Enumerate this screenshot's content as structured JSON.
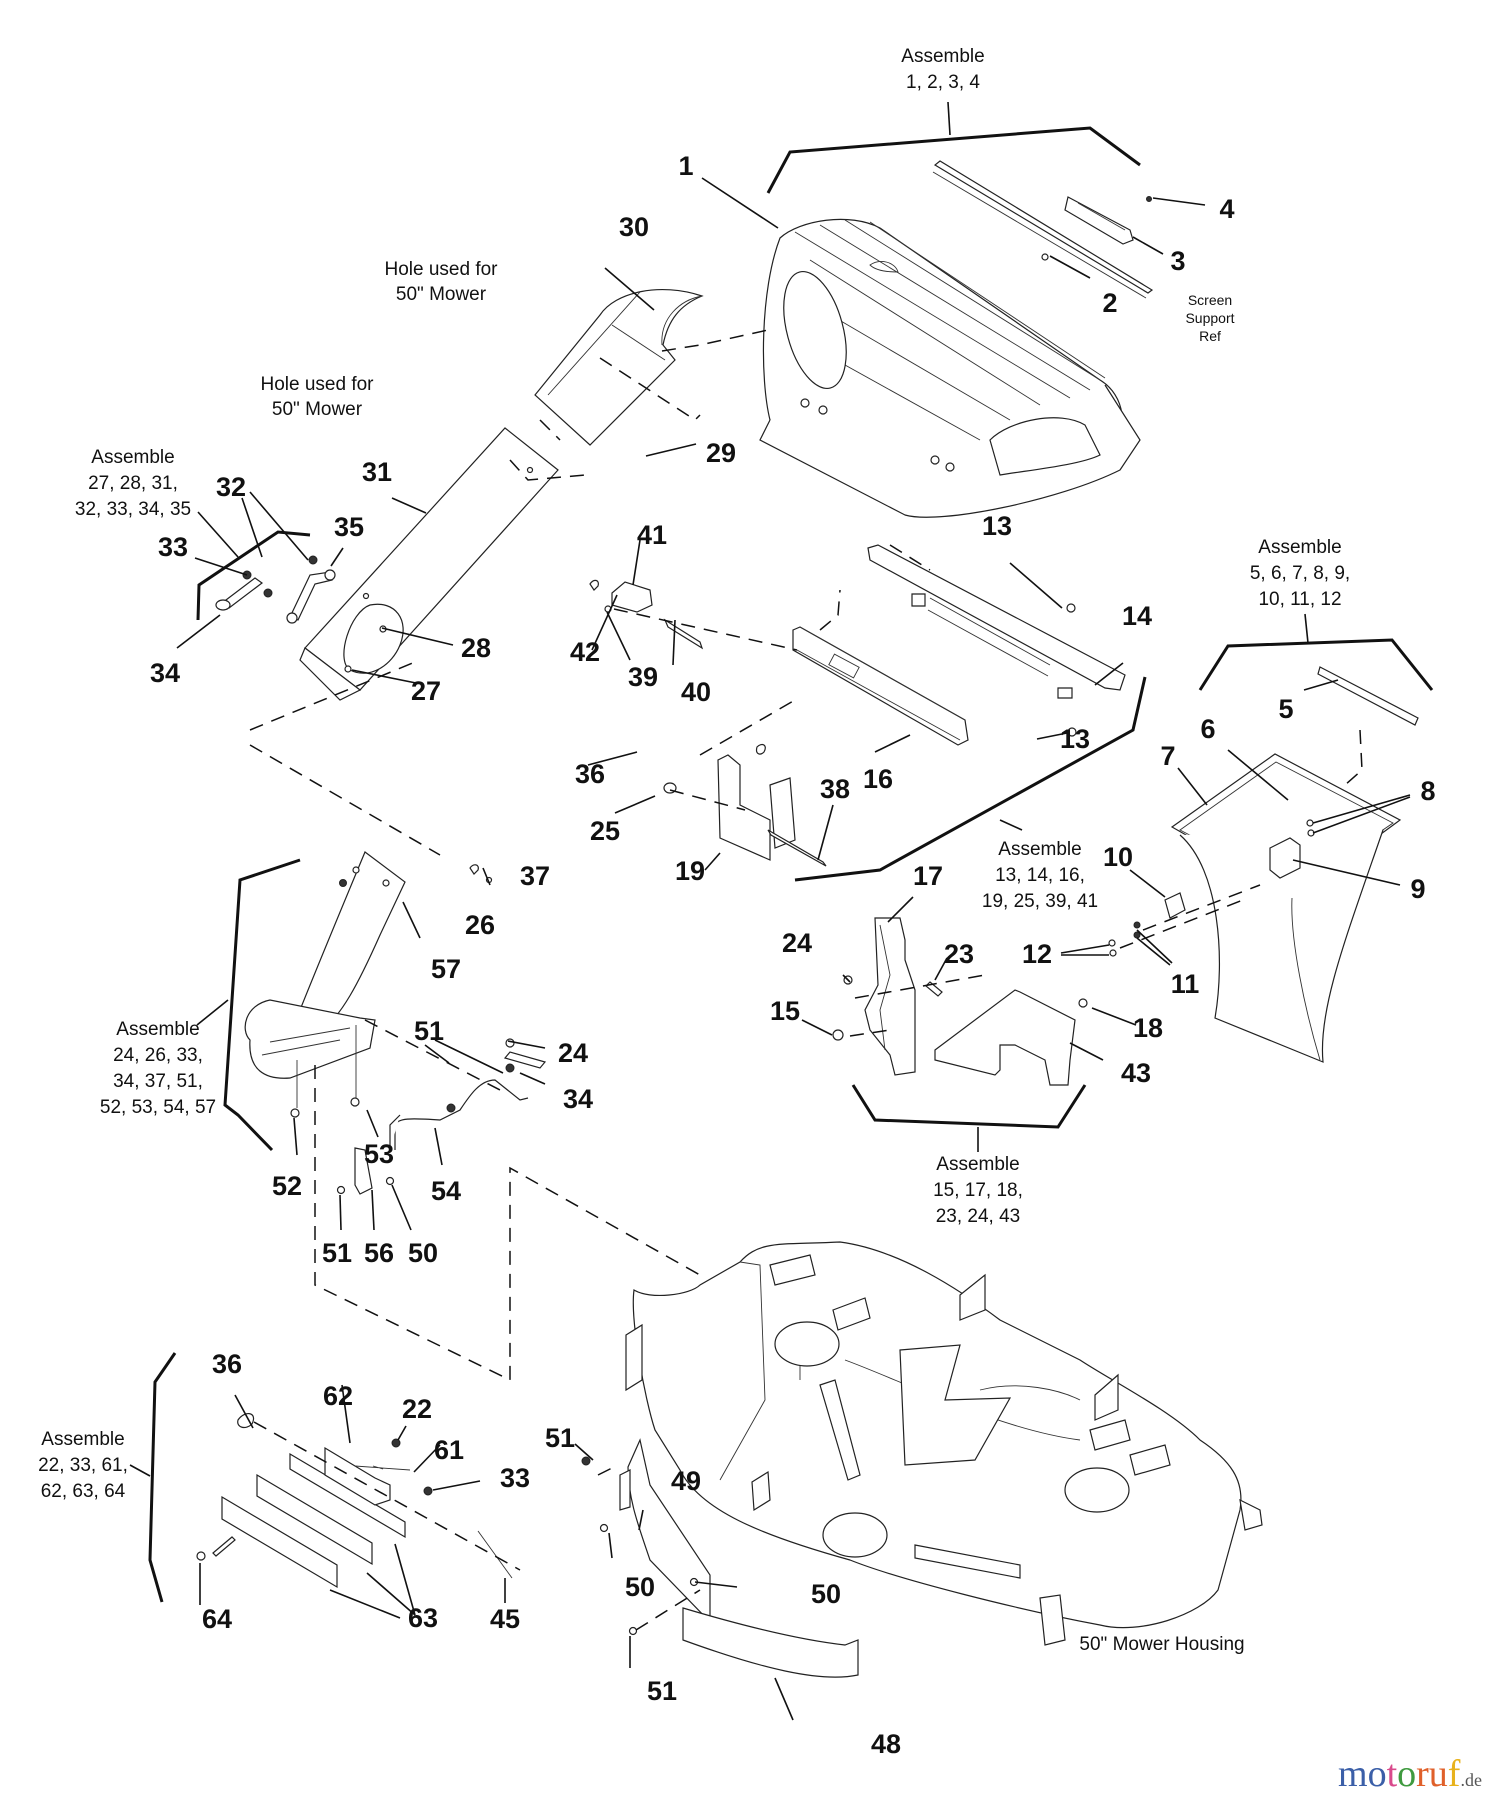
{
  "diagram": {
    "title": "Grass catcher / bagger exploded parts diagram",
    "part_labels": [
      {
        "id": "p1",
        "text": "1"
      },
      {
        "id": "p2",
        "text": "2"
      },
      {
        "id": "p3",
        "text": "3"
      },
      {
        "id": "p4",
        "text": "4"
      },
      {
        "id": "p5",
        "text": "5"
      },
      {
        "id": "p6",
        "text": "6"
      },
      {
        "id": "p7",
        "text": "7"
      },
      {
        "id": "p8",
        "text": "8"
      },
      {
        "id": "p9",
        "text": "9"
      },
      {
        "id": "p10",
        "text": "10"
      },
      {
        "id": "p11",
        "text": "11"
      },
      {
        "id": "p12",
        "text": "12"
      },
      {
        "id": "p13a",
        "text": "13"
      },
      {
        "id": "p13b",
        "text": "13"
      },
      {
        "id": "p14",
        "text": "14"
      },
      {
        "id": "p15",
        "text": "15"
      },
      {
        "id": "p16",
        "text": "16"
      },
      {
        "id": "p17",
        "text": "17"
      },
      {
        "id": "p18",
        "text": "18"
      },
      {
        "id": "p19",
        "text": "19"
      },
      {
        "id": "p22",
        "text": "22"
      },
      {
        "id": "p23",
        "text": "23"
      },
      {
        "id": "p24a",
        "text": "24"
      },
      {
        "id": "p24b",
        "text": "24"
      },
      {
        "id": "p25",
        "text": "25"
      },
      {
        "id": "p26",
        "text": "26"
      },
      {
        "id": "p27",
        "text": "27"
      },
      {
        "id": "p28",
        "text": "28"
      },
      {
        "id": "p29",
        "text": "29"
      },
      {
        "id": "p30",
        "text": "30"
      },
      {
        "id": "p31",
        "text": "31"
      },
      {
        "id": "p32",
        "text": "32"
      },
      {
        "id": "p33a",
        "text": "33"
      },
      {
        "id": "p33b",
        "text": "33"
      },
      {
        "id": "p34a",
        "text": "34"
      },
      {
        "id": "p34b",
        "text": "34"
      },
      {
        "id": "p35",
        "text": "35"
      },
      {
        "id": "p36a",
        "text": "36"
      },
      {
        "id": "p36b",
        "text": "36"
      },
      {
        "id": "p37",
        "text": "37"
      },
      {
        "id": "p38",
        "text": "38"
      },
      {
        "id": "p39",
        "text": "39"
      },
      {
        "id": "p40",
        "text": "40"
      },
      {
        "id": "p41",
        "text": "41"
      },
      {
        "id": "p42",
        "text": "42"
      },
      {
        "id": "p43",
        "text": "43"
      },
      {
        "id": "p45",
        "text": "45"
      },
      {
        "id": "p48",
        "text": "48"
      },
      {
        "id": "p49",
        "text": "49"
      },
      {
        "id": "p50a",
        "text": "50"
      },
      {
        "id": "p50b",
        "text": "50"
      },
      {
        "id": "p50c",
        "text": "50"
      },
      {
        "id": "p51a",
        "text": "51"
      },
      {
        "id": "p51b",
        "text": "51"
      },
      {
        "id": "p51c",
        "text": "51"
      },
      {
        "id": "p51d",
        "text": "51"
      },
      {
        "id": "p52",
        "text": "52"
      },
      {
        "id": "p53",
        "text": "53"
      },
      {
        "id": "p54",
        "text": "54"
      },
      {
        "id": "p56",
        "text": "56"
      },
      {
        "id": "p57",
        "text": "57"
      },
      {
        "id": "p61",
        "text": "61"
      },
      {
        "id": "p62",
        "text": "62"
      },
      {
        "id": "p63",
        "text": "63"
      },
      {
        "id": "p64",
        "text": "64"
      }
    ],
    "assembly_notes": [
      {
        "id": "a1",
        "lines": [
          "Assemble",
          "1, 2, 3, 4"
        ]
      },
      {
        "id": "a2",
        "lines": [
          "Assemble",
          "27, 28, 31,",
          "32, 33, 34, 35"
        ]
      },
      {
        "id": "a3",
        "lines": [
          "Assemble",
          "5, 6, 7, 8, 9,",
          "10, 11, 12"
        ]
      },
      {
        "id": "a4",
        "lines": [
          "Assemble",
          "13, 14, 16,",
          "19, 25, 39, 41"
        ]
      },
      {
        "id": "a5",
        "lines": [
          "Assemble",
          "24, 26, 33,",
          "34, 37, 51,",
          "52, 53, 54, 57"
        ]
      },
      {
        "id": "a6",
        "lines": [
          "Assemble",
          "15, 17, 18,",
          "23, 24, 43"
        ]
      },
      {
        "id": "a7",
        "lines": [
          "Assemble",
          "22, 33, 61,",
          "62, 63, 64"
        ]
      }
    ],
    "callouts": [
      {
        "id": "c1",
        "lines": [
          "Hole used for",
          "50\" Mower"
        ]
      },
      {
        "id": "c2",
        "lines": [
          "Hole used for",
          "50\" Mower"
        ]
      },
      {
        "id": "c3",
        "lines": [
          "Screen",
          "Support",
          "Ref"
        ]
      },
      {
        "id": "c4",
        "lines": [
          "50\" Mower Housing"
        ]
      }
    ]
  },
  "watermark": {
    "letters": [
      "m",
      "o",
      "t",
      "o",
      "r",
      "u",
      "f"
    ],
    "colors": [
      "#3b5fa8",
      "#3b5fa8",
      "#d94a8c",
      "#3f9a3f",
      "#e0602a",
      "#e0602a",
      "#e8b21c"
    ],
    "tld": ".de"
  }
}
